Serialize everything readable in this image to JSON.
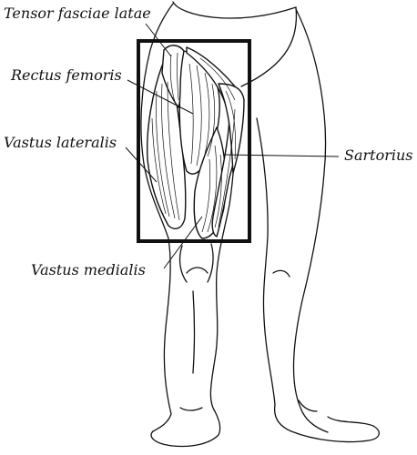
{
  "labels": {
    "tensor_fasciae_latae": "Tensor fasciae latae",
    "rectus_femoris": "Rectus femoris",
    "vastus_lateralis": "Vastus lateralis",
    "vastus_medialis": "Vastus medialis",
    "sartorius": "Sartorius"
  }
}
